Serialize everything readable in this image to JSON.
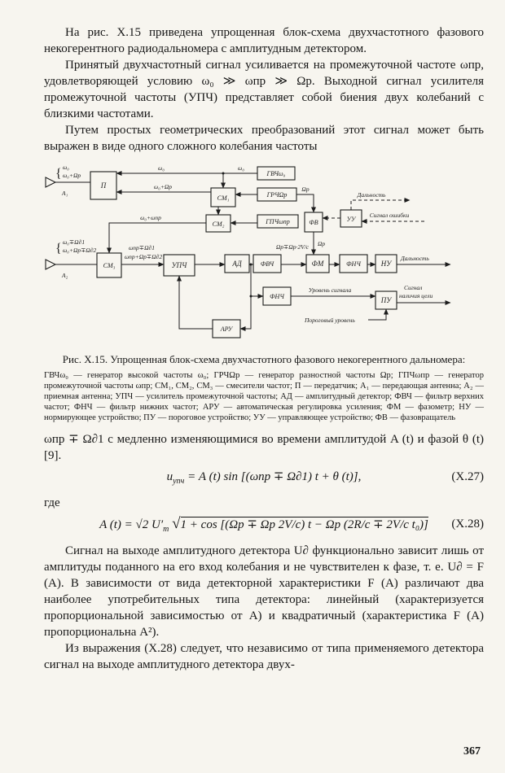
{
  "page": {
    "number": "367"
  },
  "paragraphs": {
    "p1": "На рис. X.15 приведена упрощенная блок-схема двухчастотного фазового некогерентного радиодальномера с амплитудным детектором.",
    "p2": "Принятый двухчастотный сигнал усиливается на промежуточной частоте ωпр, удовлетворяющей условию ω₀ ≫ ωпр ≫ Ωр. Выходной сигнал усилителя промежуточной частоты (УПЧ) представляет собой биения двух колебаний с близкими частотами.",
    "p3": "Путем простых геометрических преобразований этот сигнал может быть выражен в виде одного сложного колебания частоты",
    "p4": "ωпр ∓ Ω∂1 с медленно изменяющимися во времени амплитудой A (t) и фазой θ (t) [9].",
    "p5": "Сигнал на выходе амплитудного детектора U∂ функционально зависит лишь от амплитуды поданного на его вход колебания и не чувствителен к фазе, т. е. U∂ = F (A). В зависимости от вида детекторной характеристики F (A) различают два наиболее употребительных типа детектора: линейный (характеризуется пропорциональной зависимостью от A) и квадратичный (характеристика F (A) пропорциональна A²).",
    "p6": "Из выражения (X.28) следует, что независимо от типа применяемого детектора сигнал на выходе амплитудного детектора двух-"
  },
  "caption": {
    "title": "Рис. X.15. Упрощенная блок-схема двухчастотного фазового некогерентного дальномера:",
    "legend": "ГВЧω₀ — генератор высокой частоты ω₀; ГРЧΩр — генератор разностной частоты Ωр; ГПЧωпр — генератор промежуточной частоты ωпр; СМ₁, СМ₂, СМ₃ — смесители частот; П — передатчик; А₁ — передающая антенна; А₂ — приемная антенна; УПЧ — усилитель промежуточной частоты; АД — амплитудный детектор; ФВЧ — фильтр верхних частот; ФНЧ — фильтр нижних частот; АРУ — автоматическая регулировка усиления; ФМ — фазометр; НУ — нормирующее устройство; ПУ — пороговое устройство; УУ — управляющее устройство; ФВ — фазовращатель"
  },
  "formulas": {
    "f27": {
      "var": "u",
      "var_sub": "упч",
      "rest": " = A (t) sin [(ωпр ∓ Ω∂1) t + θ (t)],",
      "tag": "(X.27)"
    },
    "where": "где",
    "f28": {
      "lead": "A (t) = √2 U′",
      "lead_sub": "m",
      "radical_sign": "√",
      "radicand": "1 + cos [(Ωр ∓ Ωр 2V/c) t − Ωр (2R/c ∓ 2V/c t₀)]",
      "tag": "(X.28)"
    }
  },
  "diagram": {
    "blocks": {
      "p": "П",
      "sm1": "СМ₁",
      "sm2": "СМ₂",
      "sm3": "СМ₃",
      "gvch": "ГВЧω₀",
      "grch": "ГРЧΩр",
      "gpch": "ГПЧωпр",
      "fv": "ФВ",
      "uu": "УУ",
      "upch": "УПЧ",
      "ad": "АД",
      "fvch": "ФВЧ",
      "fm": "ФМ",
      "fnch1": "ФНЧ",
      "nu": "НУ",
      "fnch2": "ФНЧ",
      "pu": "ПУ",
      "aru": "АРУ"
    },
    "labels": {
      "brace1": "{",
      "brace2": "{",
      "a1": "А₁",
      "a2": "А₂",
      "tx_w0": "ω₀",
      "tx_w0wr": "ω₀+Ωр",
      "line_w0_a": "ω₀",
      "line_w0_b": "ω₀",
      "line_w0wr": "ω₀+Ωр",
      "line_wr": "Ωр",
      "line_wr2": "Ωр",
      "line_w0wpr": "ω₀+ωпр",
      "rx1": "ω₀∓Ω∂1",
      "rx2": "ω₀+Ωр∓Ω∂2",
      "if1": "ωпр∓Ω∂1",
      "if2": "ωпр+Ωр∓Ω∂2",
      "beat": "Ωр∓Ωр·2V/c",
      "range_top": "Дальность",
      "error": "Сигнал ошибки",
      "range": "Дальность",
      "level": "Уровень сигнала",
      "threshold": "Пороговый уровень",
      "target_line1": "Сигнал",
      "target_line2": "наличия цели"
    }
  }
}
